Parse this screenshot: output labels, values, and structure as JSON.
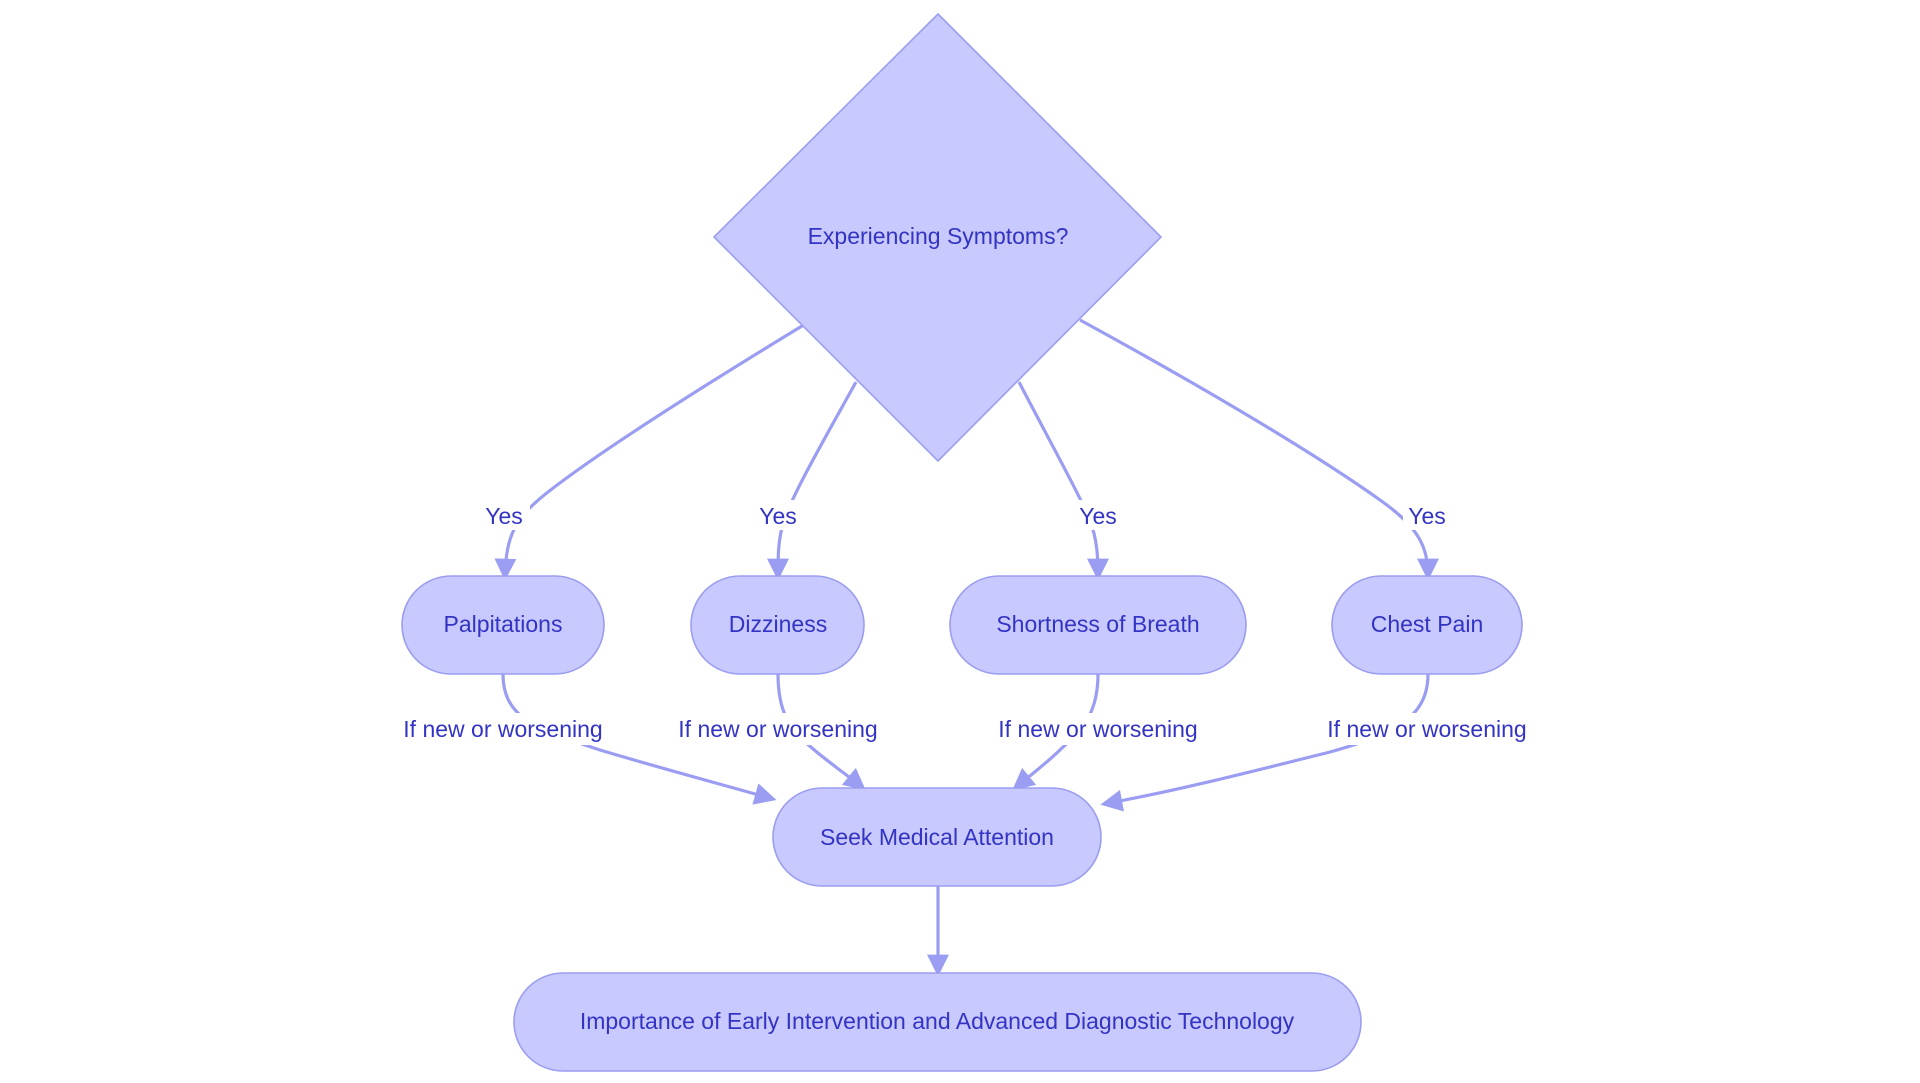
{
  "diagram": {
    "decision": {
      "label": "Experiencing Symptoms?"
    },
    "symptoms": [
      {
        "label": "Palpitations"
      },
      {
        "label": "Dizziness"
      },
      {
        "label": "Shortness of Breath"
      },
      {
        "label": "Chest Pain"
      }
    ],
    "action": {
      "label": "Seek Medical Attention"
    },
    "outcome": {
      "label": "Importance of Early Intervention and Advanced Diagnostic Technology"
    },
    "edge_labels": {
      "yes_1": "Yes",
      "yes_2": "Yes",
      "yes_3": "Yes",
      "yes_4": "Yes",
      "worse_1": "If new or worsening",
      "worse_2": "If new or worsening",
      "worse_3": "If new or worsening",
      "worse_4": "If new or worsening"
    },
    "colors": {
      "node_fill": "#c8c9fe",
      "node_stroke": "#9b9df0",
      "edge": "#9a9df2",
      "text": "#3333c4",
      "background": "#ffffff"
    }
  }
}
